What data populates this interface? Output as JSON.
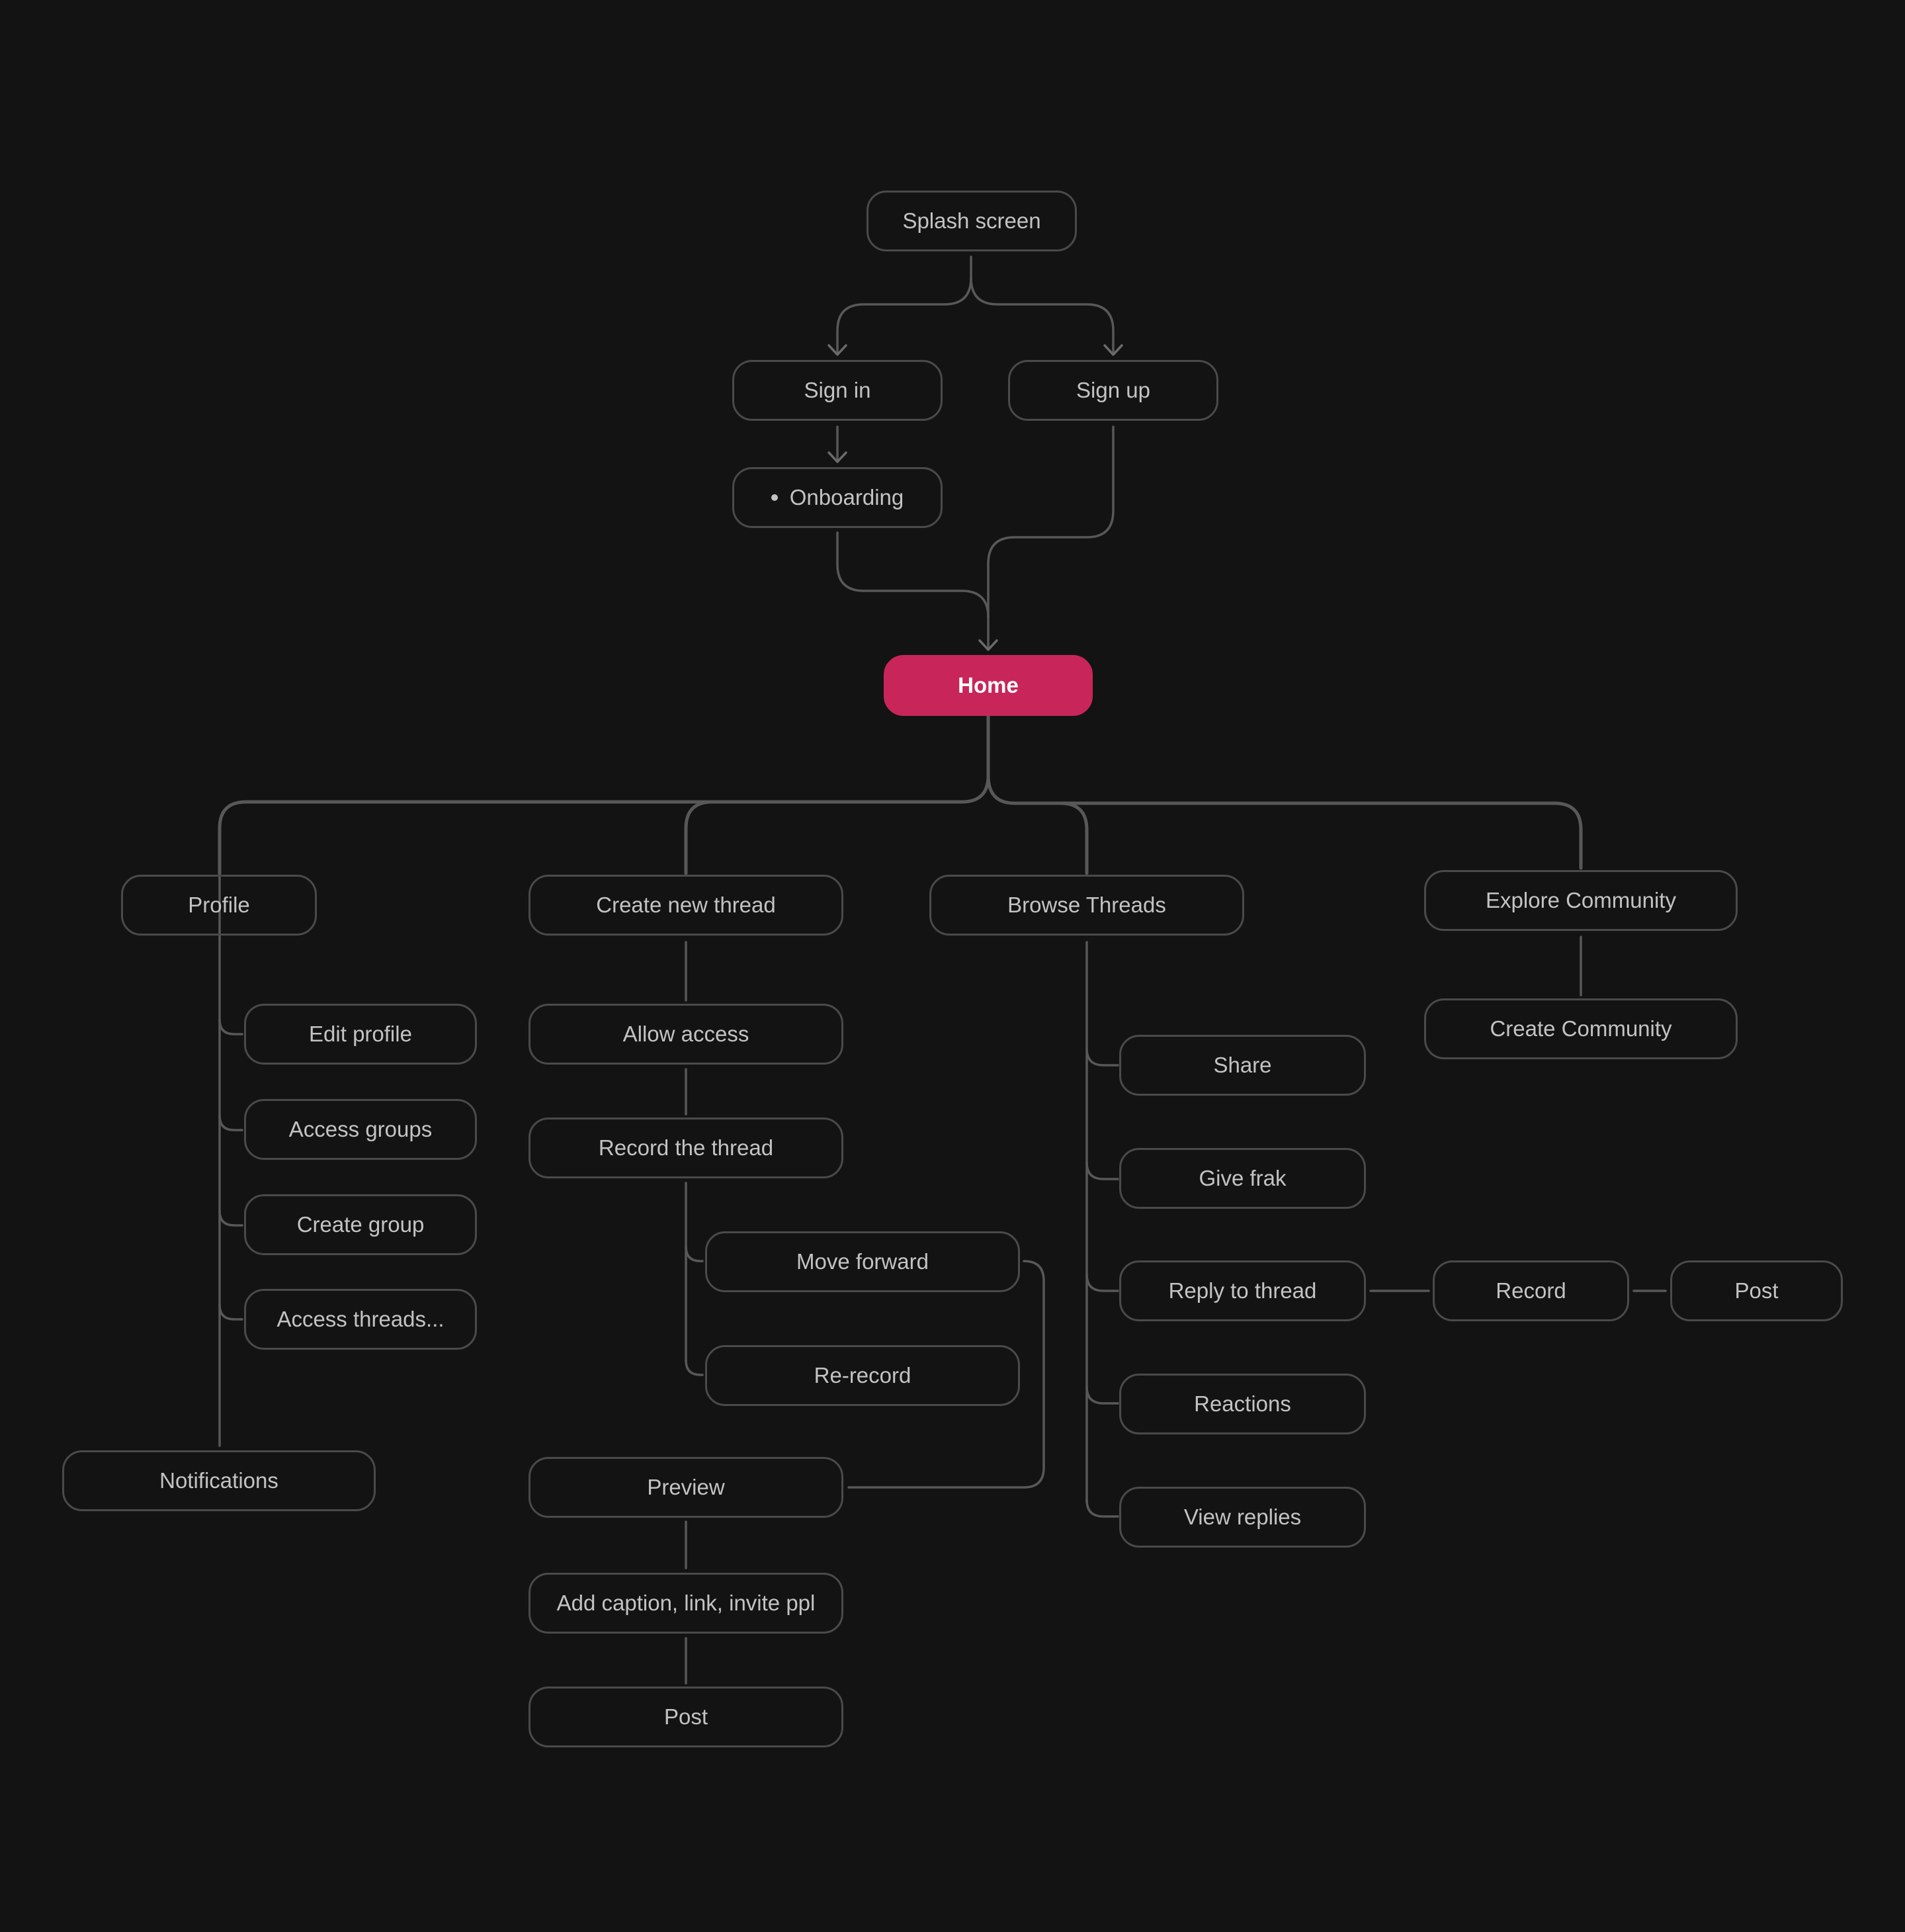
{
  "diagram": {
    "accent_color": "#c8265a",
    "nodes": {
      "splash": "Splash screen",
      "signin": "Sign in",
      "signup": "Sign up",
      "onboarding": "Onboarding",
      "home": "Home",
      "profile": "Profile",
      "edit_profile": "Edit profile",
      "access_groups": "Access groups",
      "create_group": "Create group",
      "access_threads": "Access threads...",
      "notifications": "Notifications",
      "create_thread": "Create new thread",
      "allow_access": "Allow access",
      "record_thread": "Record the thread",
      "move_forward": "Move forward",
      "re_record": "Re-record",
      "preview": "Preview",
      "add_caption": "Add caption, link, invite ppl",
      "post_thread": "Post",
      "browse": "Browse Threads",
      "share": "Share",
      "give_frak": "Give frak",
      "reply": "Reply to thread",
      "reply_record": "Record",
      "reply_post": "Post",
      "reactions": "Reactions",
      "view_replies": "View replies",
      "explore": "Explore Community",
      "create_community": "Create Community"
    }
  }
}
